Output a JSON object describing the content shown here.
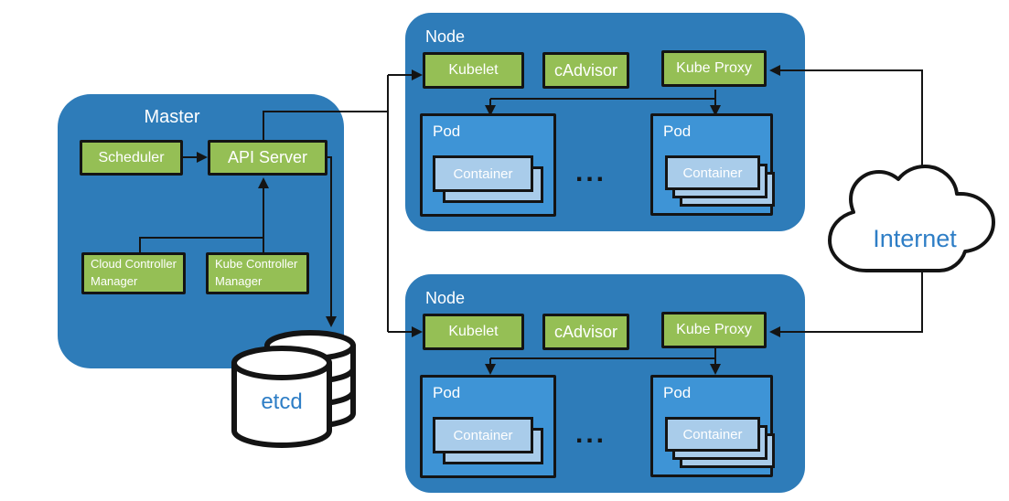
{
  "colors": {
    "cluster-blue": "#2E7CB9",
    "pod-blue": "#3E94D6",
    "container-blue": "#A9CCEA",
    "component-green": "#95BF55",
    "line-black": "#141414",
    "label-white": "#FFFFFF",
    "accent-blue": "#2E7EC6",
    "canvas-white": "#FFFFFF"
  },
  "master": {
    "title": "Master",
    "scheduler": "Scheduler",
    "api_server": "API Server",
    "cloud_controller_manager": "Cloud Controller Manager",
    "kube_controller_manager": "Kube Controller Manager"
  },
  "nodes": [
    {
      "title": "Node",
      "kubelet": "Kubelet",
      "cadvisor": "cAdvisor",
      "kube_proxy": "Kube Proxy",
      "ellipsis": "...",
      "pods": [
        {
          "title": "Pod",
          "container": "Container",
          "container_layers": 2
        },
        {
          "title": "Pod",
          "container": "Container",
          "container_layers": 3
        }
      ]
    },
    {
      "title": "Node",
      "kubelet": "Kubelet",
      "cadvisor": "cAdvisor",
      "kube_proxy": "Kube Proxy",
      "ellipsis": "...",
      "pods": [
        {
          "title": "Pod",
          "container": "Container",
          "container_layers": 2
        },
        {
          "title": "Pod",
          "container": "Container",
          "container_layers": 3
        }
      ]
    }
  ],
  "external": {
    "internet_label": "Internet",
    "etcd_label": "etcd"
  }
}
